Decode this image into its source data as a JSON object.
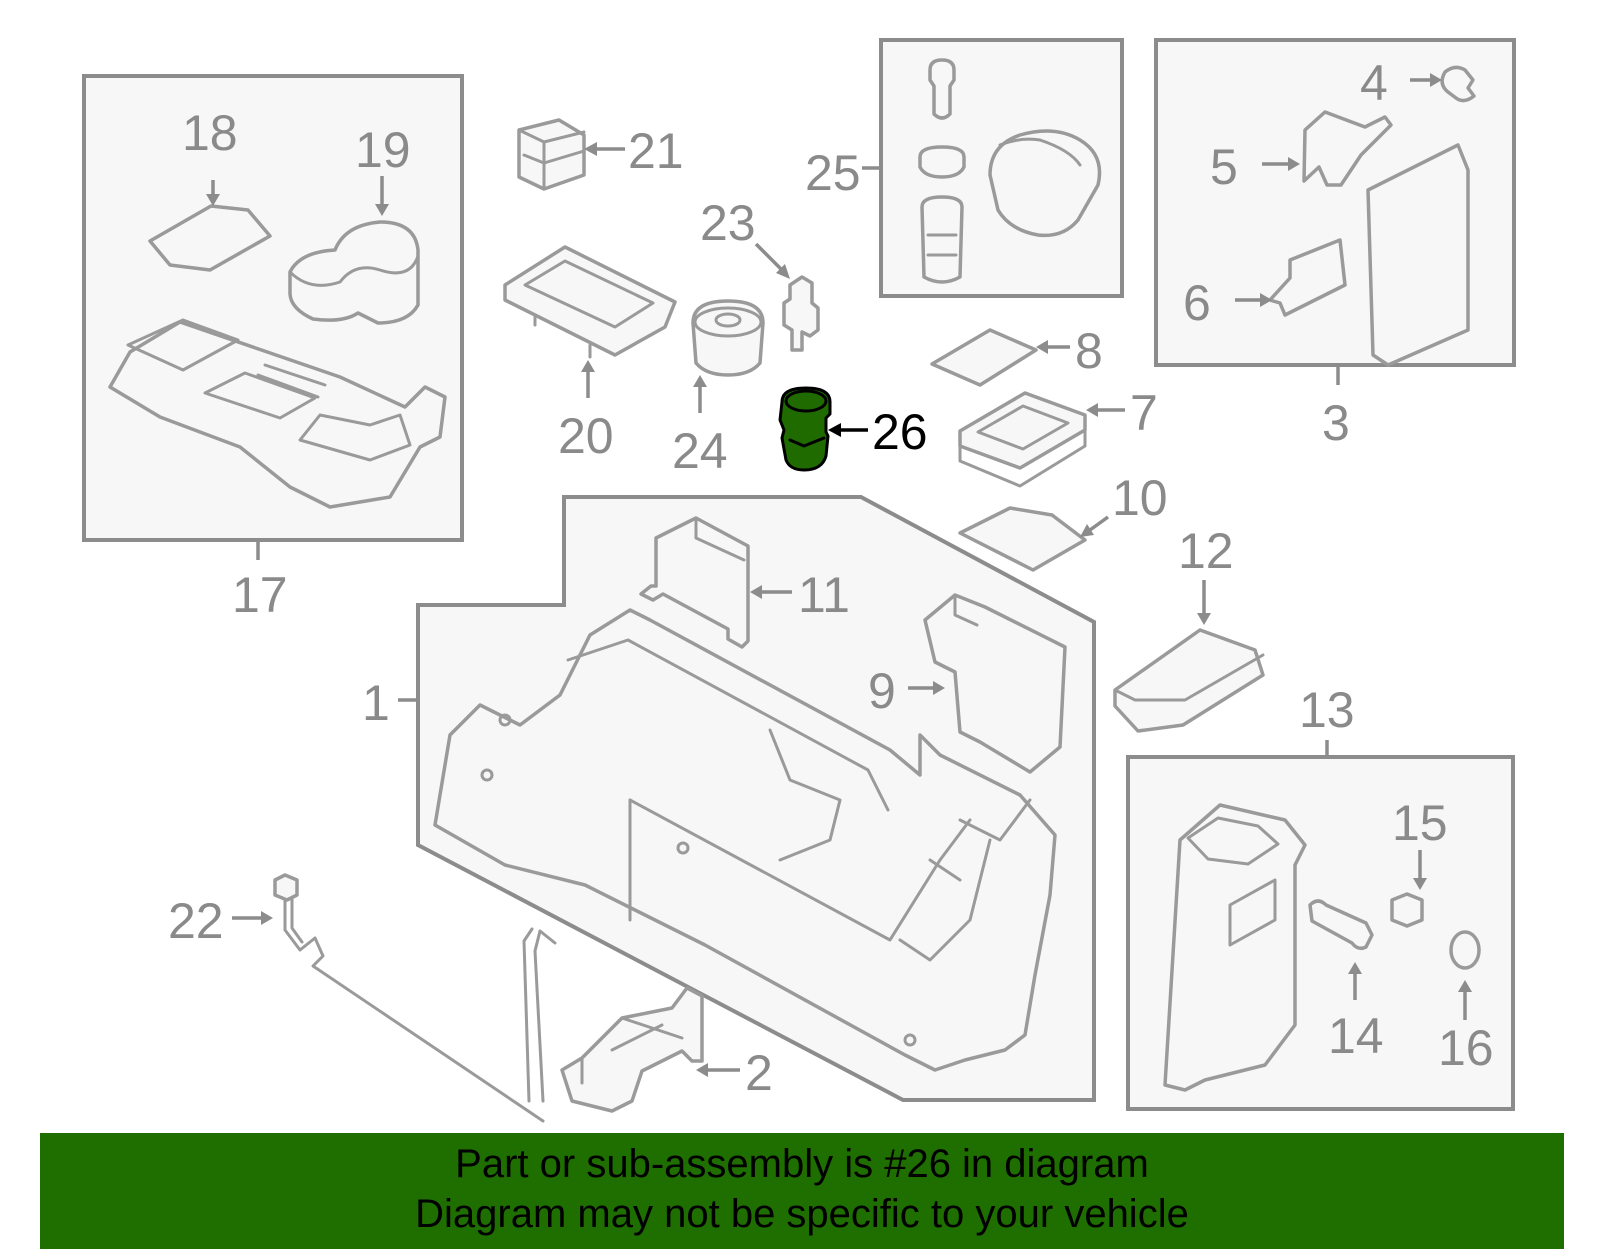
{
  "labels": {
    "p1": "1",
    "p2": "2",
    "p3": "3",
    "p4": "4",
    "p5": "5",
    "p6": "6",
    "p7": "7",
    "p8": "8",
    "p9": "9",
    "p10": "10",
    "p11": "11",
    "p12": "12",
    "p13": "13",
    "p14": "14",
    "p15": "15",
    "p16": "16",
    "p17": "17",
    "p18": "18",
    "p19": "19",
    "p20": "20",
    "p21": "21",
    "p22": "22",
    "p23": "23",
    "p24": "24",
    "p25": "25",
    "p26": "26"
  },
  "highlight": {
    "part": "26",
    "color": "#1f6b00"
  },
  "banner": {
    "line1": "Part or sub-assembly is #26 in diagram",
    "line2": "Diagram may not be specific to your vehicle",
    "color": "#1f6e00"
  }
}
